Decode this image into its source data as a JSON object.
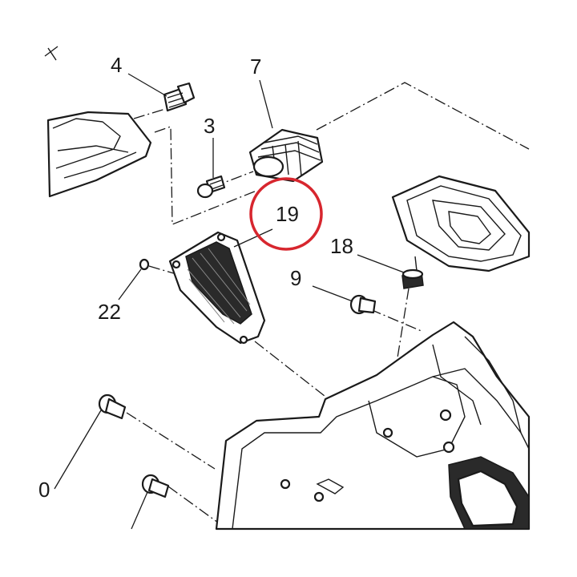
{
  "diagram": {
    "highlight_color": "#d7262e",
    "labels": {
      "p4": "4",
      "p7": "7",
      "p3": "3",
      "p19": "19",
      "p18": "18",
      "p9": "9",
      "p22": "22",
      "p0": "0"
    }
  }
}
